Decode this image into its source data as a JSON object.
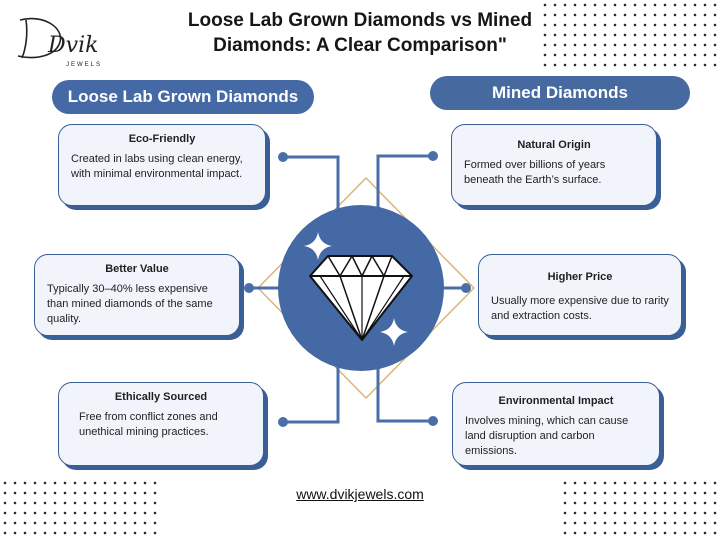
{
  "brand": {
    "logo_text": "Dvik",
    "logo_sub": "JEWELS"
  },
  "title": {
    "line1": "Loose Lab Grown Diamonds vs Mined",
    "line2": "Diamonds: A Clear Comparison\""
  },
  "headers": {
    "left": "Loose Lab Grown Diamonds",
    "right": "Mined Diamonds"
  },
  "left_cards": [
    {
      "heading": "Eco-Friendly",
      "body": "Created in labs using clean energy, with minimal environmental impact."
    },
    {
      "heading": "Better Value",
      "body": "Typically 30–40% less expensive than mined diamonds of the same quality."
    },
    {
      "heading": "Ethically Sourced",
      "body": "Free from conflict zones and unethical mining practices."
    }
  ],
  "right_cards": [
    {
      "heading": "Natural Origin",
      "body": "Formed over billions of years beneath the Earth’s surface."
    },
    {
      "heading": "Higher Price",
      "body": "Usually more expensive due to rarity and extraction costs."
    },
    {
      "heading": "Environmental Impact",
      "body": "Involves mining, which can cause land disruption and carbon emissions."
    }
  ],
  "center": {
    "icon": "diamond-icon",
    "accent_icon": "sparkle-icon"
  },
  "footer": {
    "url": "www.dvikjewels.com"
  },
  "colors": {
    "primary": "#4569a5",
    "card_bg": "#f1f4fb",
    "border": "#3a5f96",
    "gold": "#d9b77a"
  }
}
